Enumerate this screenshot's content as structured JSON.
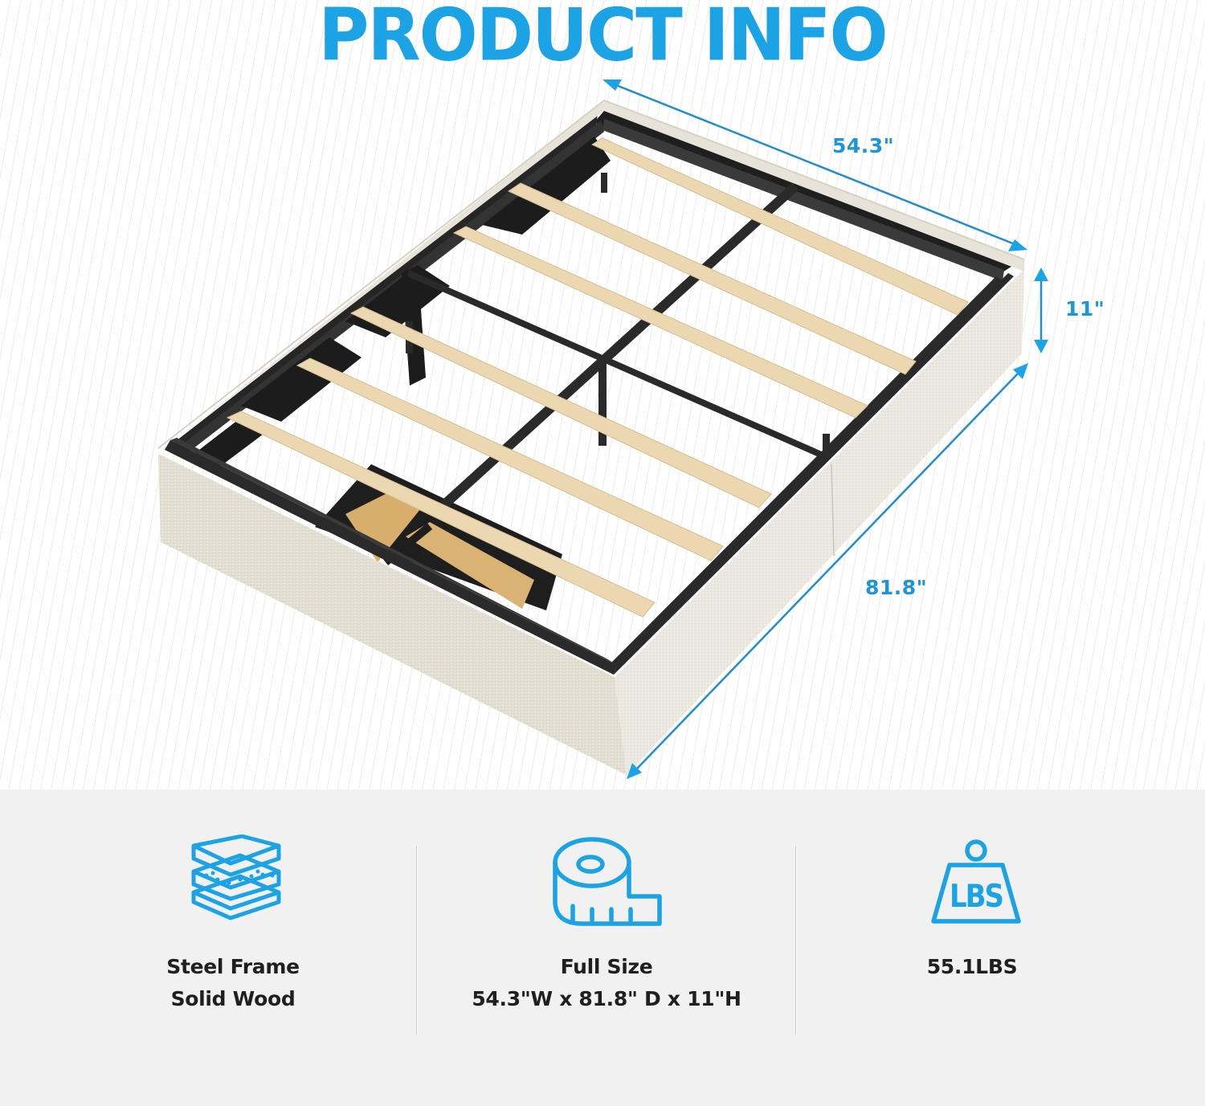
{
  "title": "PRODUCT INFO",
  "colors": {
    "accent": "#1ba3e6",
    "dimension_arrow": "#1e8ecf",
    "fabric": "#e4dfd3",
    "wood_slat": "#ecd8b0",
    "steel": "#2b2b2b",
    "panel_background": "#f1f1f1",
    "text": "#1f1f1f"
  },
  "product_image": {
    "subject": "upholstered platform bed frame with wooden slats and steel frame",
    "dimensions": {
      "width": "54.3\"",
      "height": "11\"",
      "depth": "81.8\""
    }
  },
  "features": [
    {
      "icon": "layers-icon",
      "lines": [
        "Steel Frame",
        "Solid Wood"
      ]
    },
    {
      "icon": "tape-measure-icon",
      "lines": [
        "Full Size",
        "54.3\"W x 81.8\" D x 11\"H"
      ]
    },
    {
      "icon": "weight-lbs-icon",
      "icon_text": "LBS",
      "lines": [
        "55.1LBS"
      ]
    }
  ]
}
